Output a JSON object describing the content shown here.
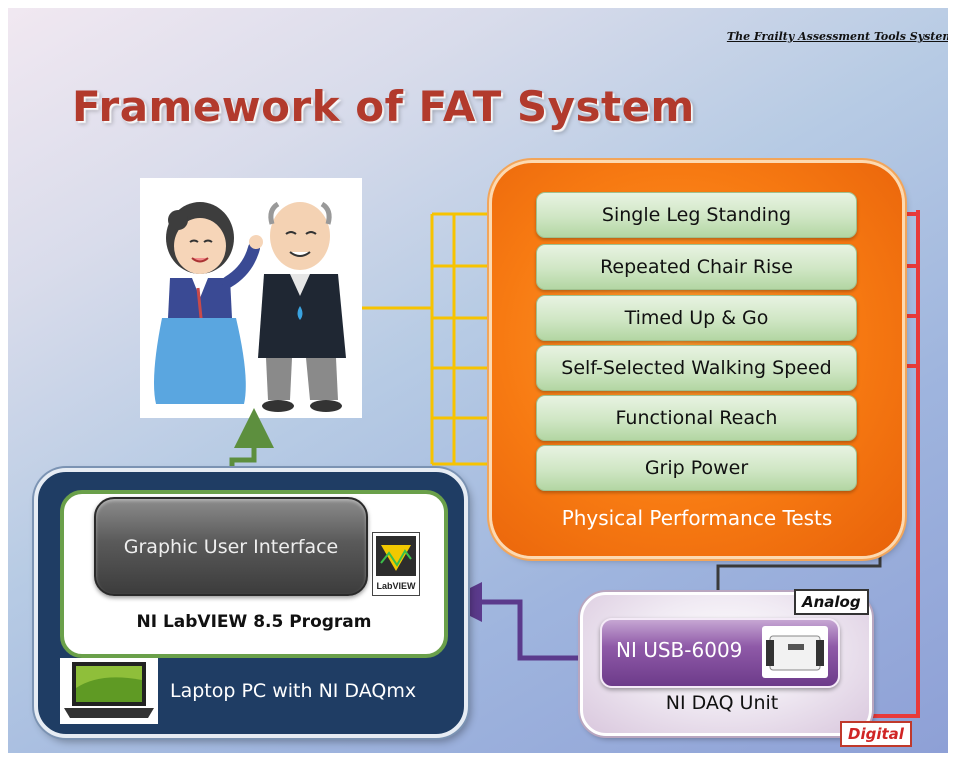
{
  "header_note": "The Frailty Assessment Tools System",
  "title": "Framework of FAT System",
  "tests": [
    "Single Leg Standing",
    "Repeated Chair Rise",
    "Timed Up & Go",
    "Self-Selected Walking Speed",
    "Functional Reach",
    "Grip Power"
  ],
  "ppt_label": "Physical Performance Tests",
  "gui_label": "Graphic User Interface",
  "labview_logo_text": "LabVIEW",
  "labview_program": "NI LabVIEW 8.5 Program",
  "laptop_label": "Laptop PC with NI DAQmx",
  "usb_label": "NI USB-6009",
  "daq_label": "NI DAQ Unit",
  "signal_analog": "Analog",
  "signal_digital": "Digital",
  "colors": {
    "title": "#b23a2c",
    "orange_panel": "#f77a12",
    "test_box": "#cfe6c4",
    "laptop_panel": "#1f3d64",
    "labview_border": "#6aa04a",
    "usb_box": "#8f5aa8",
    "digital_line": "#e83a3a",
    "analog_line": "#3a3a3a",
    "yellow_line": "#f7c300",
    "purple_arrow": "#5b3a8c",
    "green_arrow": "#5d8f3e"
  }
}
